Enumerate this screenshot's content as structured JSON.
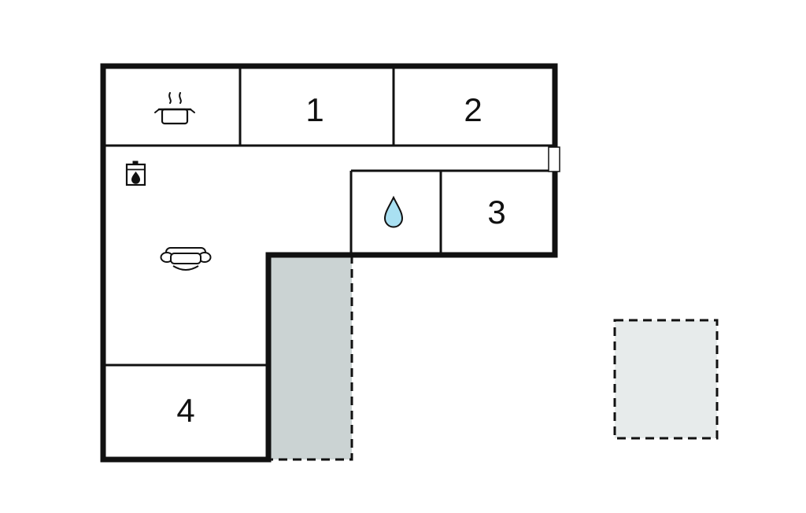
{
  "plan_type": "floor-plan",
  "rooms": [
    {
      "name": "kitchen",
      "label": "",
      "feature": "hotplate"
    },
    {
      "name": "room-1",
      "label": "1"
    },
    {
      "name": "room-2",
      "label": "2"
    },
    {
      "name": "room-3",
      "label": "3"
    },
    {
      "name": "bathroom",
      "label": "",
      "feature": "water-drop"
    },
    {
      "name": "living-room",
      "label": "",
      "features": [
        "fireplace",
        "sofa"
      ]
    },
    {
      "name": "room-4",
      "label": "4"
    }
  ],
  "icons": {
    "hotplate": "pot-with-steam",
    "fireplace": "stove-with-flame",
    "sofa": "couch-top-view",
    "water_drop": "water-drop"
  },
  "colors": {
    "wall": "#111111",
    "background": "#ffffff",
    "terrace_attached_fill": "#cbd3d3",
    "terrace_detached_fill": "#e7ebeb",
    "water_drop_fill": "#a9e0f2"
  }
}
